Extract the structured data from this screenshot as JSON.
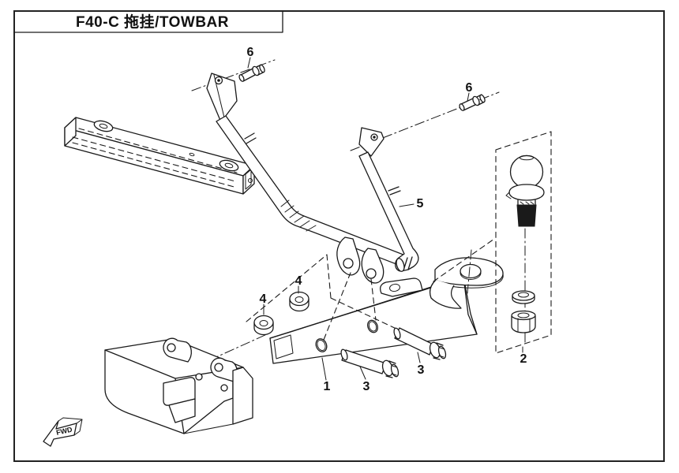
{
  "page": {
    "title": "F40-C 拖挂/TOWBAR",
    "background_color": "#ffffff",
    "line_color": "#1a1a1a"
  },
  "diagram": {
    "type": "exploded-parts-diagram",
    "fwd_label": "FWD",
    "callouts": [
      {
        "label": "6",
        "instance": "bolt-top-left"
      },
      {
        "label": "6",
        "instance": "bolt-top-right"
      },
      {
        "label": "5",
        "instance": "towbar-frame-tube"
      },
      {
        "label": "4",
        "instance": "spacer-upper"
      },
      {
        "label": "4",
        "instance": "spacer-lower"
      },
      {
        "label": "1",
        "instance": "main-beam"
      },
      {
        "label": "3",
        "instance": "bolt-left"
      },
      {
        "label": "3",
        "instance": "bolt-right"
      },
      {
        "label": "2",
        "instance": "hitch-ball-kit"
      }
    ]
  }
}
